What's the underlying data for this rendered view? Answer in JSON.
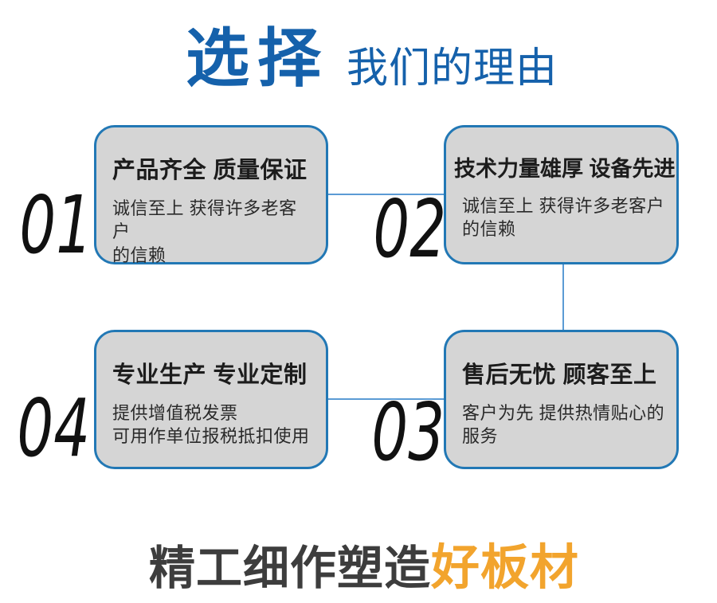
{
  "header": {
    "title_bold": "选择",
    "title_rest": "我们的理由"
  },
  "boxes": [
    {
      "number": "01",
      "title": "产品齐全 质量保证",
      "desc": "诚信至上 获得许多老客户\n的信赖"
    },
    {
      "number": "02",
      "title": "技术力量雄厚 设备先进",
      "desc": "诚信至上 获得许多老客户\n的信赖"
    },
    {
      "number": "03",
      "title": "售后无忧 顾客至上",
      "desc": "客户为先 提供热情贴心的\n服务"
    },
    {
      "number": "04",
      "title": "专业生产 专业定制",
      "desc": "提供增值税发票\n可用作单位报税抵扣使用"
    }
  ],
  "footer": {
    "text_dark": "精工细作塑造",
    "text_accent": "好板材"
  },
  "colors": {
    "accent_blue": "#1561AB",
    "border_blue": "#2278B5",
    "connector_blue": "#5B9BD5",
    "box_bg": "#D5D5D5",
    "footer_dark": "#3D3D3D",
    "footer_orange": "#F2A42D"
  }
}
